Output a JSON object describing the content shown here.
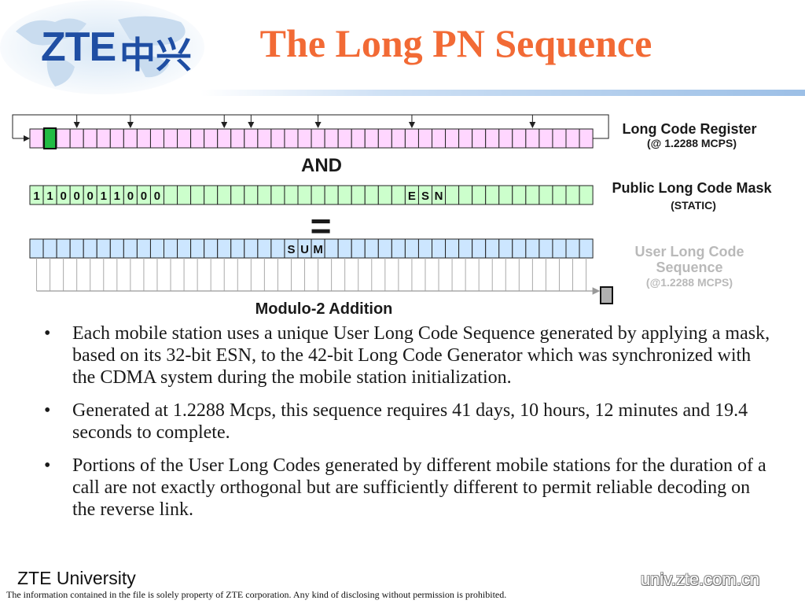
{
  "header": {
    "logo_text": "ZTE",
    "logo_cn": "中兴",
    "title": "The Long PN Sequence"
  },
  "diagram": {
    "register": {
      "label": "Long Code Register",
      "sublabel": "(@ 1.2288 MCPS)",
      "cell_count": 42,
      "tap_cells": [
        3,
        7,
        14,
        16,
        21,
        28,
        37
      ],
      "color": "#ffd6ff"
    },
    "operator_and": "AND",
    "mask": {
      "label": "Public Long Code Mask",
      "sublabel": "(STATIC)",
      "cell_count": 42,
      "prefix_bits": [
        "1",
        "1",
        "0",
        "0",
        "0",
        "1",
        "1",
        "0",
        "0",
        "0"
      ],
      "esn_label": [
        "E",
        "S",
        "N"
      ],
      "esn_start": 28,
      "color": "#ccffcc"
    },
    "operator_equals": "=",
    "sum": {
      "cell_count": 42,
      "label": [
        "S",
        "U",
        "M"
      ],
      "label_start": 19,
      "color": "#cce6ff"
    },
    "output": {
      "label_line1": "User Long Code",
      "label_line2": "Sequence",
      "sublabel": "(@1.2288 MCPS)"
    },
    "modulo_label": "Modulo-2   Addition"
  },
  "bullets": [
    "Each mobile station uses a unique User Long Code Sequence generated by applying a mask, based on its 32-bit ESN, to the 42-bit Long Code Generator which was synchronized with the CDMA system during the mobile station initialization.",
    "Generated at 1.2288 Mcps, this sequence requires 41 days, 10 hours, 12 minutes and 19.4 seconds to complete.",
    "Portions of the User Long Codes generated by different mobile stations for the duration of a call are not exactly orthogonal but are sufficiently different to permit reliable decoding on the reverse link."
  ],
  "footer": {
    "left": "ZTE University",
    "right": "univ.zte.com.cn",
    "disclaimer": "The information contained in the file is solely property of ZTE corporation. Any kind of disclosing without permission is prohibited."
  }
}
